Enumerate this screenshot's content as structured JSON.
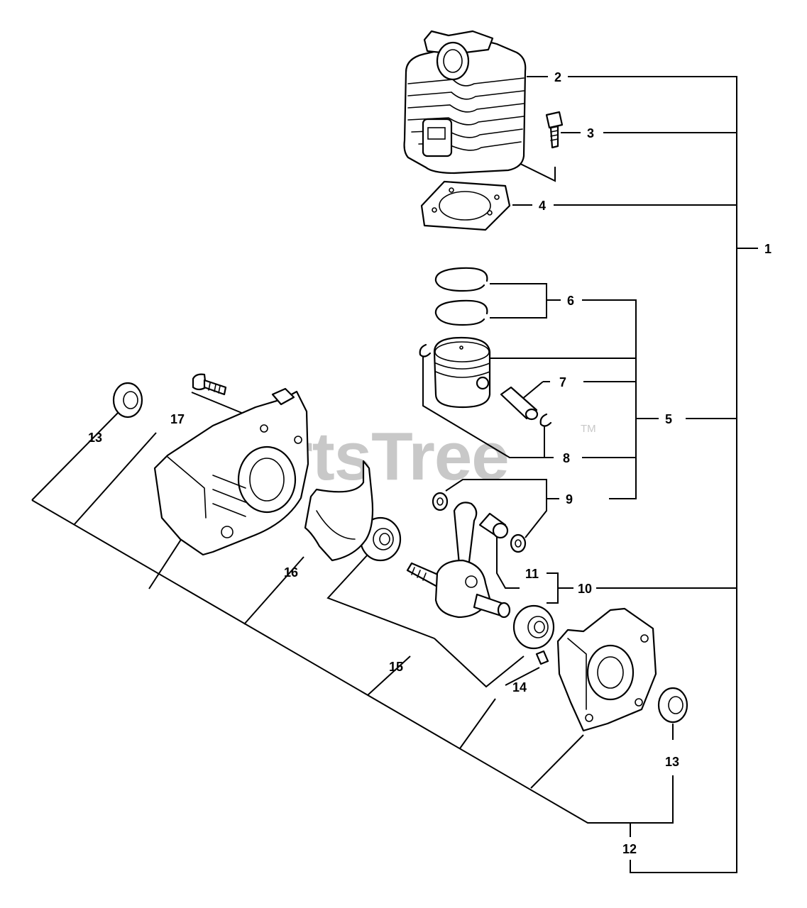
{
  "watermark": {
    "text": "PartsTree",
    "tm": "TM"
  },
  "callouts": [
    {
      "id": "c1",
      "text": "1"
    },
    {
      "id": "c2",
      "text": "2"
    },
    {
      "id": "c3",
      "text": "3"
    },
    {
      "id": "c4",
      "text": "4"
    },
    {
      "id": "c5",
      "text": "5"
    },
    {
      "id": "c6",
      "text": "6"
    },
    {
      "id": "c7",
      "text": "7"
    },
    {
      "id": "c8",
      "text": "8"
    },
    {
      "id": "c9",
      "text": "9"
    },
    {
      "id": "c10",
      "text": "10"
    },
    {
      "id": "c11",
      "text": "11"
    },
    {
      "id": "c12",
      "text": "12"
    },
    {
      "id": "c13a",
      "text": "13"
    },
    {
      "id": "c13b",
      "text": "13"
    },
    {
      "id": "c14",
      "text": "14"
    },
    {
      "id": "c15",
      "text": "15"
    },
    {
      "id": "c16",
      "text": "16"
    },
    {
      "id": "c17",
      "text": "17"
    }
  ]
}
